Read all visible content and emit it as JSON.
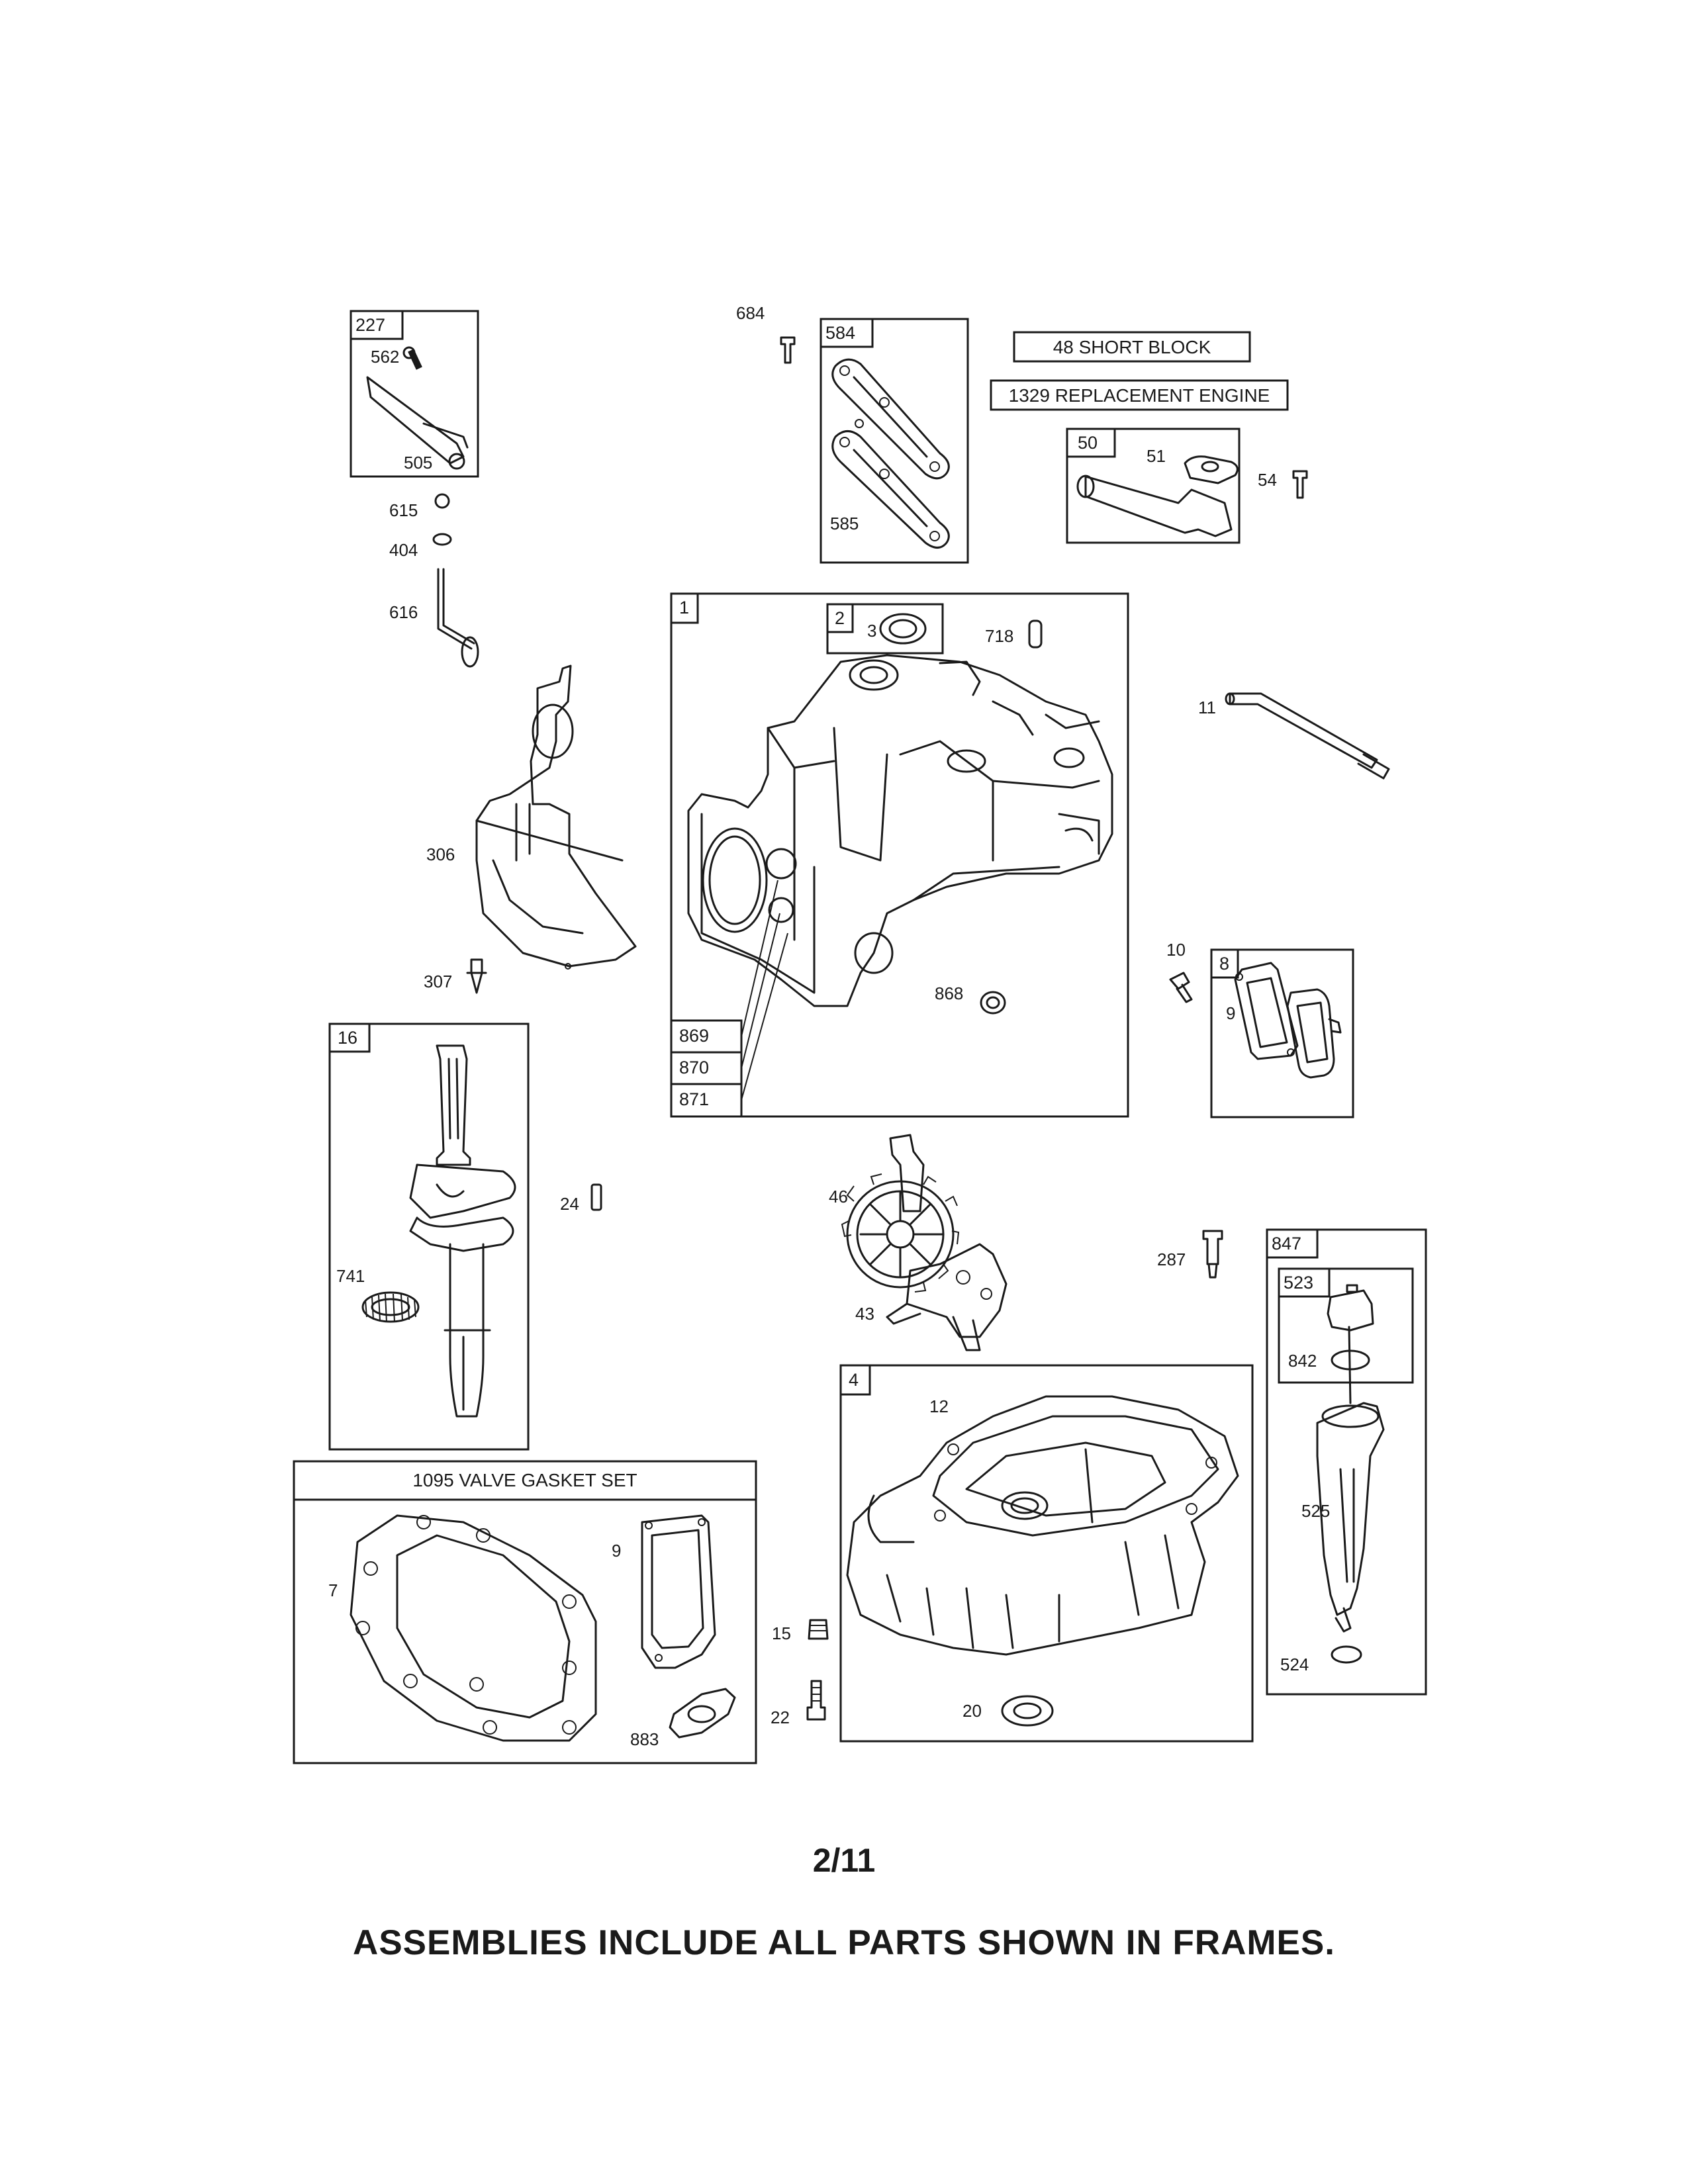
{
  "page": {
    "number": "2/11",
    "footer_note": "ASSEMBLIES INCLUDE ALL PARTS SHOWN IN FRAMES."
  },
  "kits": {
    "short_block": "48 SHORT BLOCK",
    "replacement_engine": "1329 REPLACEMENT ENGINE",
    "valve_gasket_set": "1095 VALVE GASKET SET"
  },
  "frame_tags": {
    "f227": "227",
    "f584": "584",
    "f50": "50",
    "f1": "1",
    "f2": "2",
    "f8": "8",
    "f16": "16",
    "f869": "869",
    "f870": "870",
    "f871": "871",
    "f4": "4",
    "f847": "847",
    "f523": "523"
  },
  "parts": {
    "p562": "562",
    "p505": "505",
    "p615": "615",
    "p404": "404",
    "p616": "616",
    "p306": "306",
    "p307": "307",
    "p684": "684",
    "p585": "585",
    "p51": "51",
    "p54": "54",
    "p3": "3",
    "p718": "718",
    "p11": "11",
    "p10": "10",
    "p9a": "9",
    "p868": "868",
    "p24": "24",
    "p741": "741",
    "p46": "46",
    "p43": "43",
    "p287": "287",
    "p842": "842",
    "p12": "12",
    "p525": "525",
    "p524": "524",
    "p7": "7",
    "p9b": "9",
    "p883": "883",
    "p15": "15",
    "p22": "22",
    "p20": "20"
  }
}
